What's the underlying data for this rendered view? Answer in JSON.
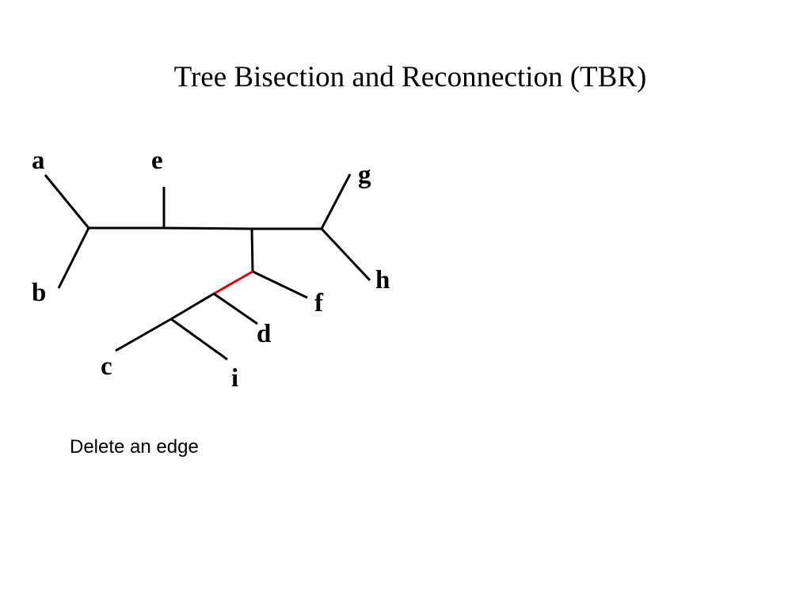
{
  "title": "Tree Bisection and Reconnection (TBR)",
  "caption": "Delete an edge",
  "colors": {
    "edge": "#000000",
    "deleted_edge": "#e00000",
    "label": "#000000"
  },
  "tree": {
    "leaves": [
      "a",
      "b",
      "c",
      "d",
      "e",
      "f",
      "g",
      "h",
      "i"
    ],
    "deleted_edge_note": "edge between the f-junction node and the d-junction node is highlighted in red"
  }
}
